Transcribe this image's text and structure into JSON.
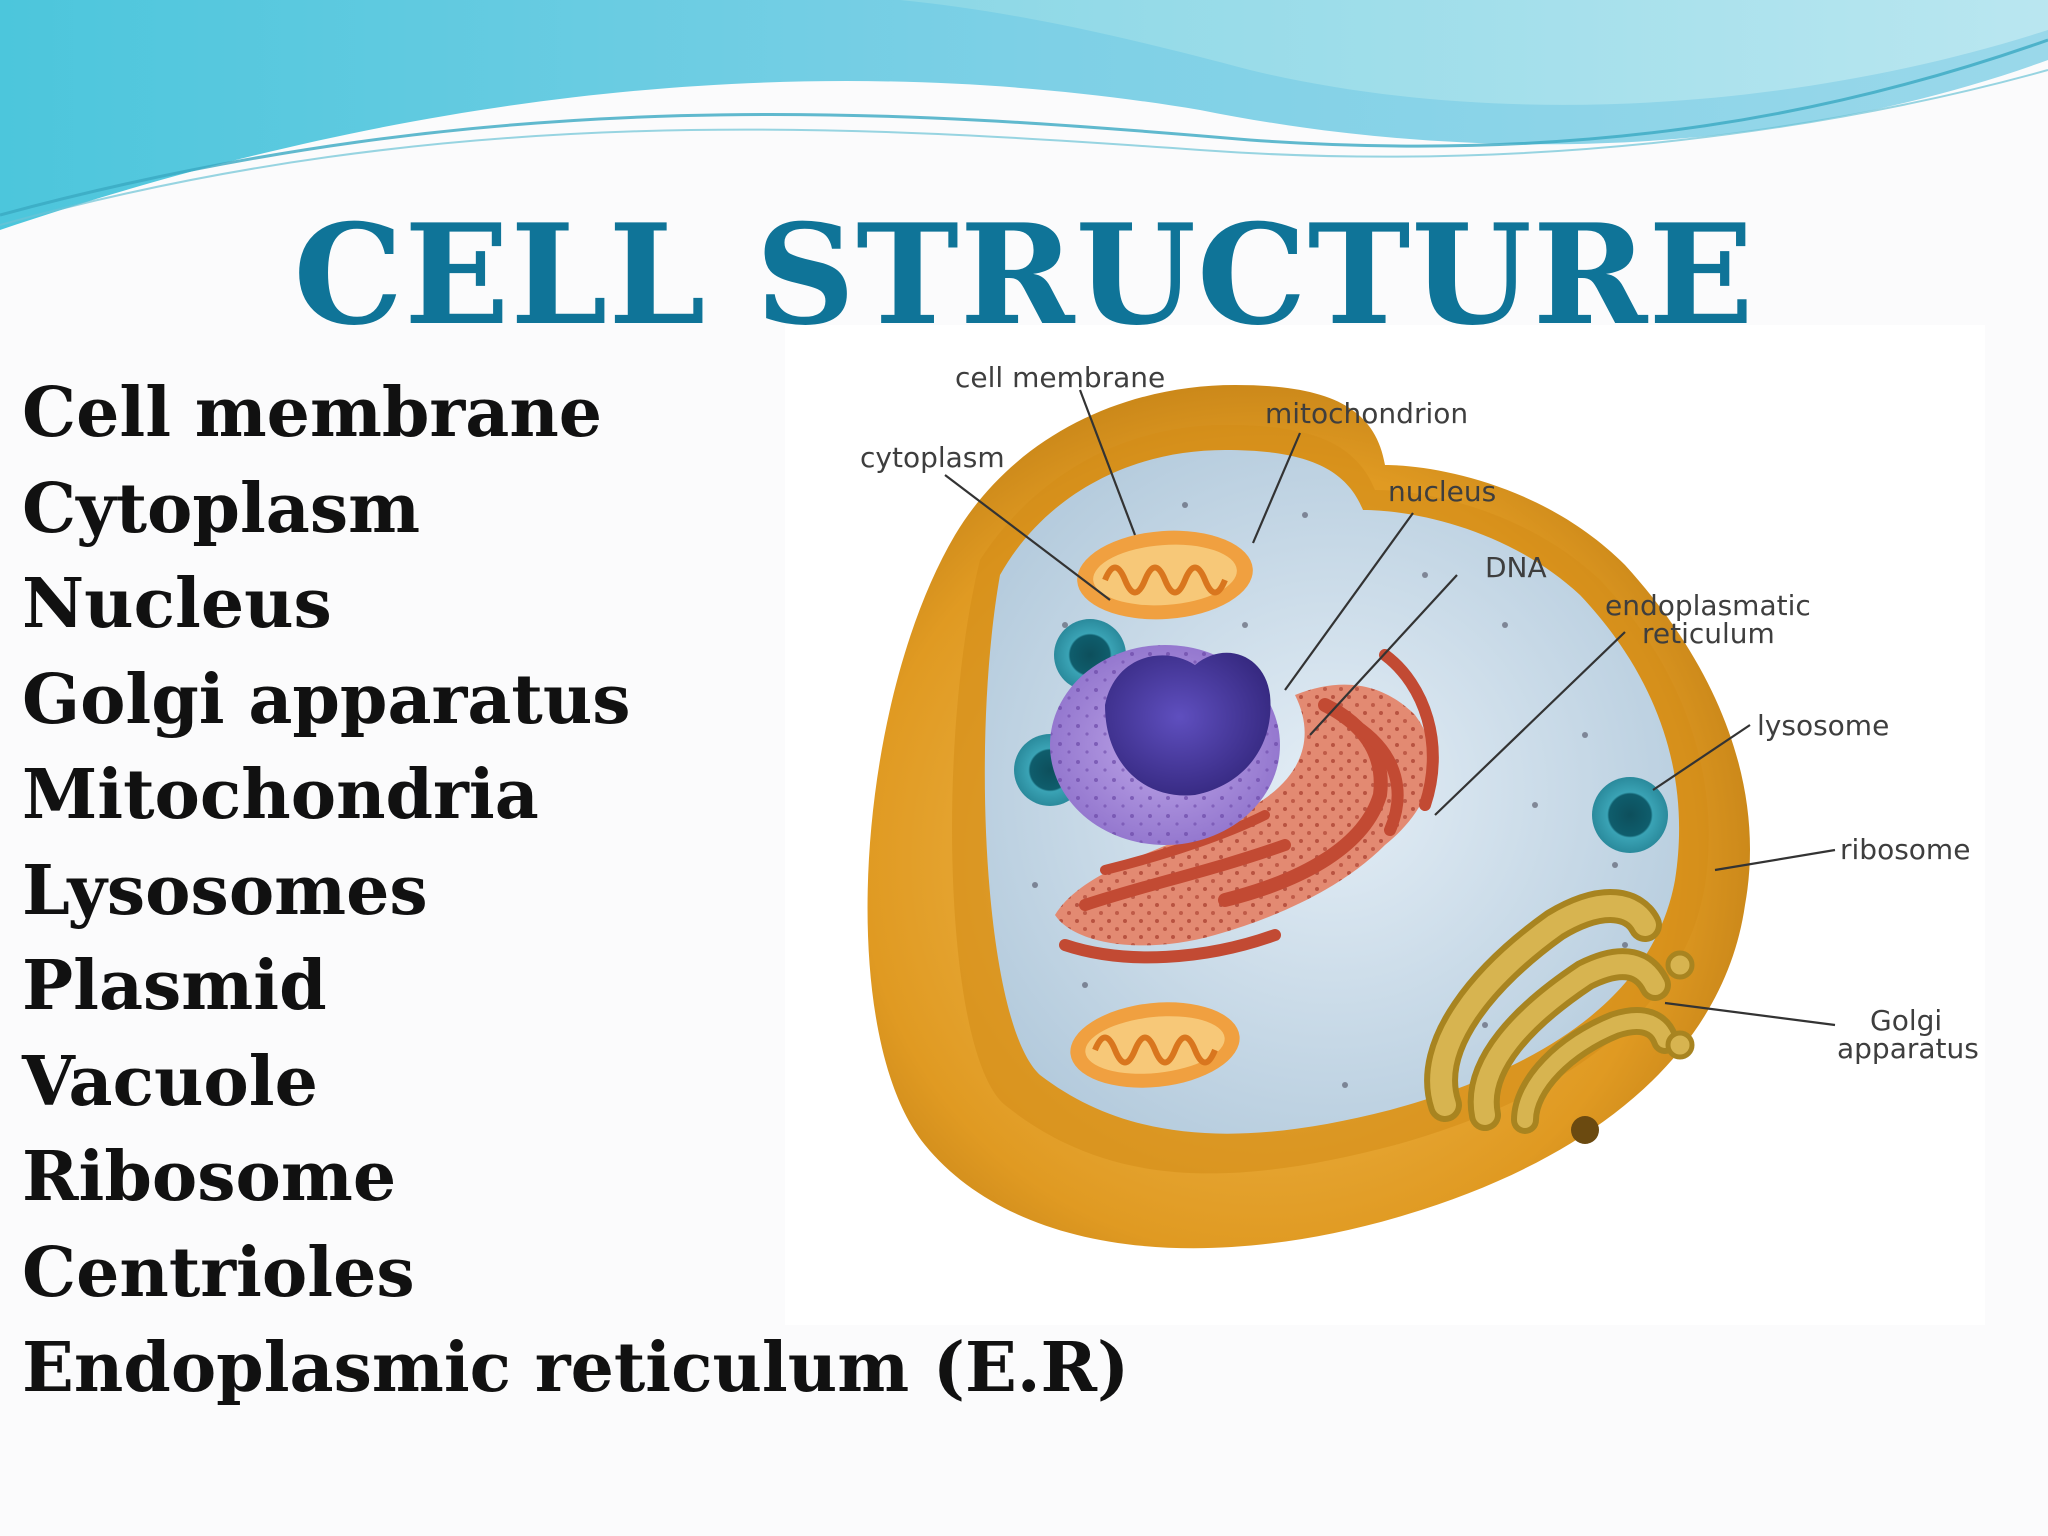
{
  "title": "CELL STRUCTURE",
  "terms": [
    "Cell membrane",
    "Cytoplasm",
    "Nucleus",
    "Golgi apparatus",
    "Mitochondria",
    "Lysosomes",
    "Plasmid",
    "Vacuole",
    "Ribosome",
    "Centrioles",
    "Endoplasmic reticulum (E.R)"
  ],
  "diagram": {
    "labels": {
      "cell_membrane": "cell membrane",
      "mitochondrion": "mitochondrion",
      "cytoplasm": "cytoplasm",
      "nucleus": "nucleus",
      "dna": "DNA",
      "er_line1": "endoplasmatic",
      "er_line2": "reticulum",
      "lysosome": "lysosome",
      "ribosome": "ribosome",
      "golgi_line1": "Golgi",
      "golgi_line2": "apparatus"
    }
  },
  "colors": {
    "title": "#0f7498",
    "text": "#111111",
    "membrane": "#e5a52c",
    "cytoplasm": "#c9dcea",
    "nucleus": "#9b7fd2",
    "nucleolus": "#4b3a9e",
    "er": "#e0785f",
    "golgi": "#c7a63e",
    "mitochondrion": "#f0a040",
    "lysosome": "#2e8fa0"
  }
}
